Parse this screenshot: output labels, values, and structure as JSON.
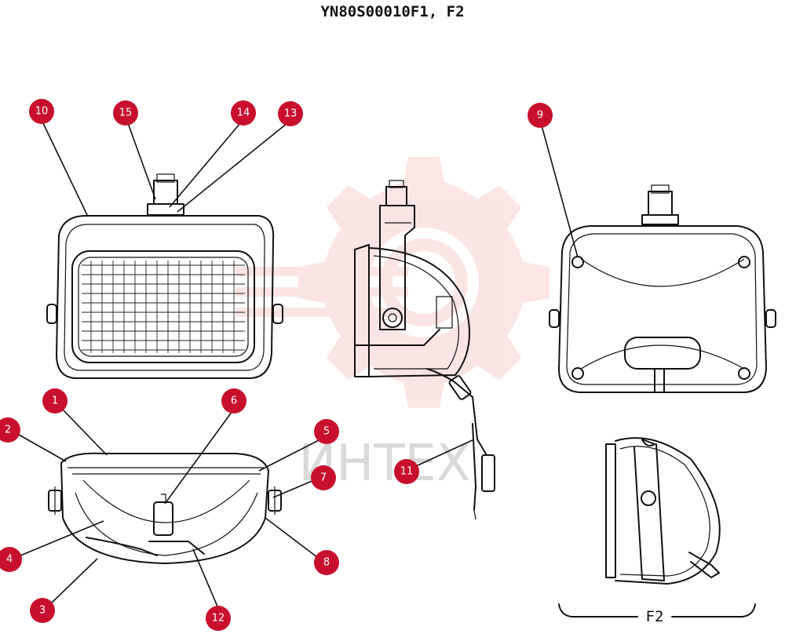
{
  "diagram": {
    "title": "YN80S00010F1, F2",
    "variant_label": "F2",
    "watermark_text": "ИНТЕХ",
    "colors": {
      "callout": "#c8102e",
      "line": "#111111",
      "watermark": "#f08a8a"
    },
    "callouts": [
      {
        "id": "10",
        "label": "10"
      },
      {
        "id": "15",
        "label": "15"
      },
      {
        "id": "14",
        "label": "14"
      },
      {
        "id": "13",
        "label": "13"
      },
      {
        "id": "9",
        "label": "9"
      },
      {
        "id": "1",
        "label": "1"
      },
      {
        "id": "6",
        "label": "6"
      },
      {
        "id": "2",
        "label": "2"
      },
      {
        "id": "5",
        "label": "5"
      },
      {
        "id": "7",
        "label": "7"
      },
      {
        "id": "11",
        "label": "11"
      },
      {
        "id": "4",
        "label": "4"
      },
      {
        "id": "8",
        "label": "8"
      },
      {
        "id": "3",
        "label": "3"
      },
      {
        "id": "12",
        "label": "12"
      }
    ]
  }
}
